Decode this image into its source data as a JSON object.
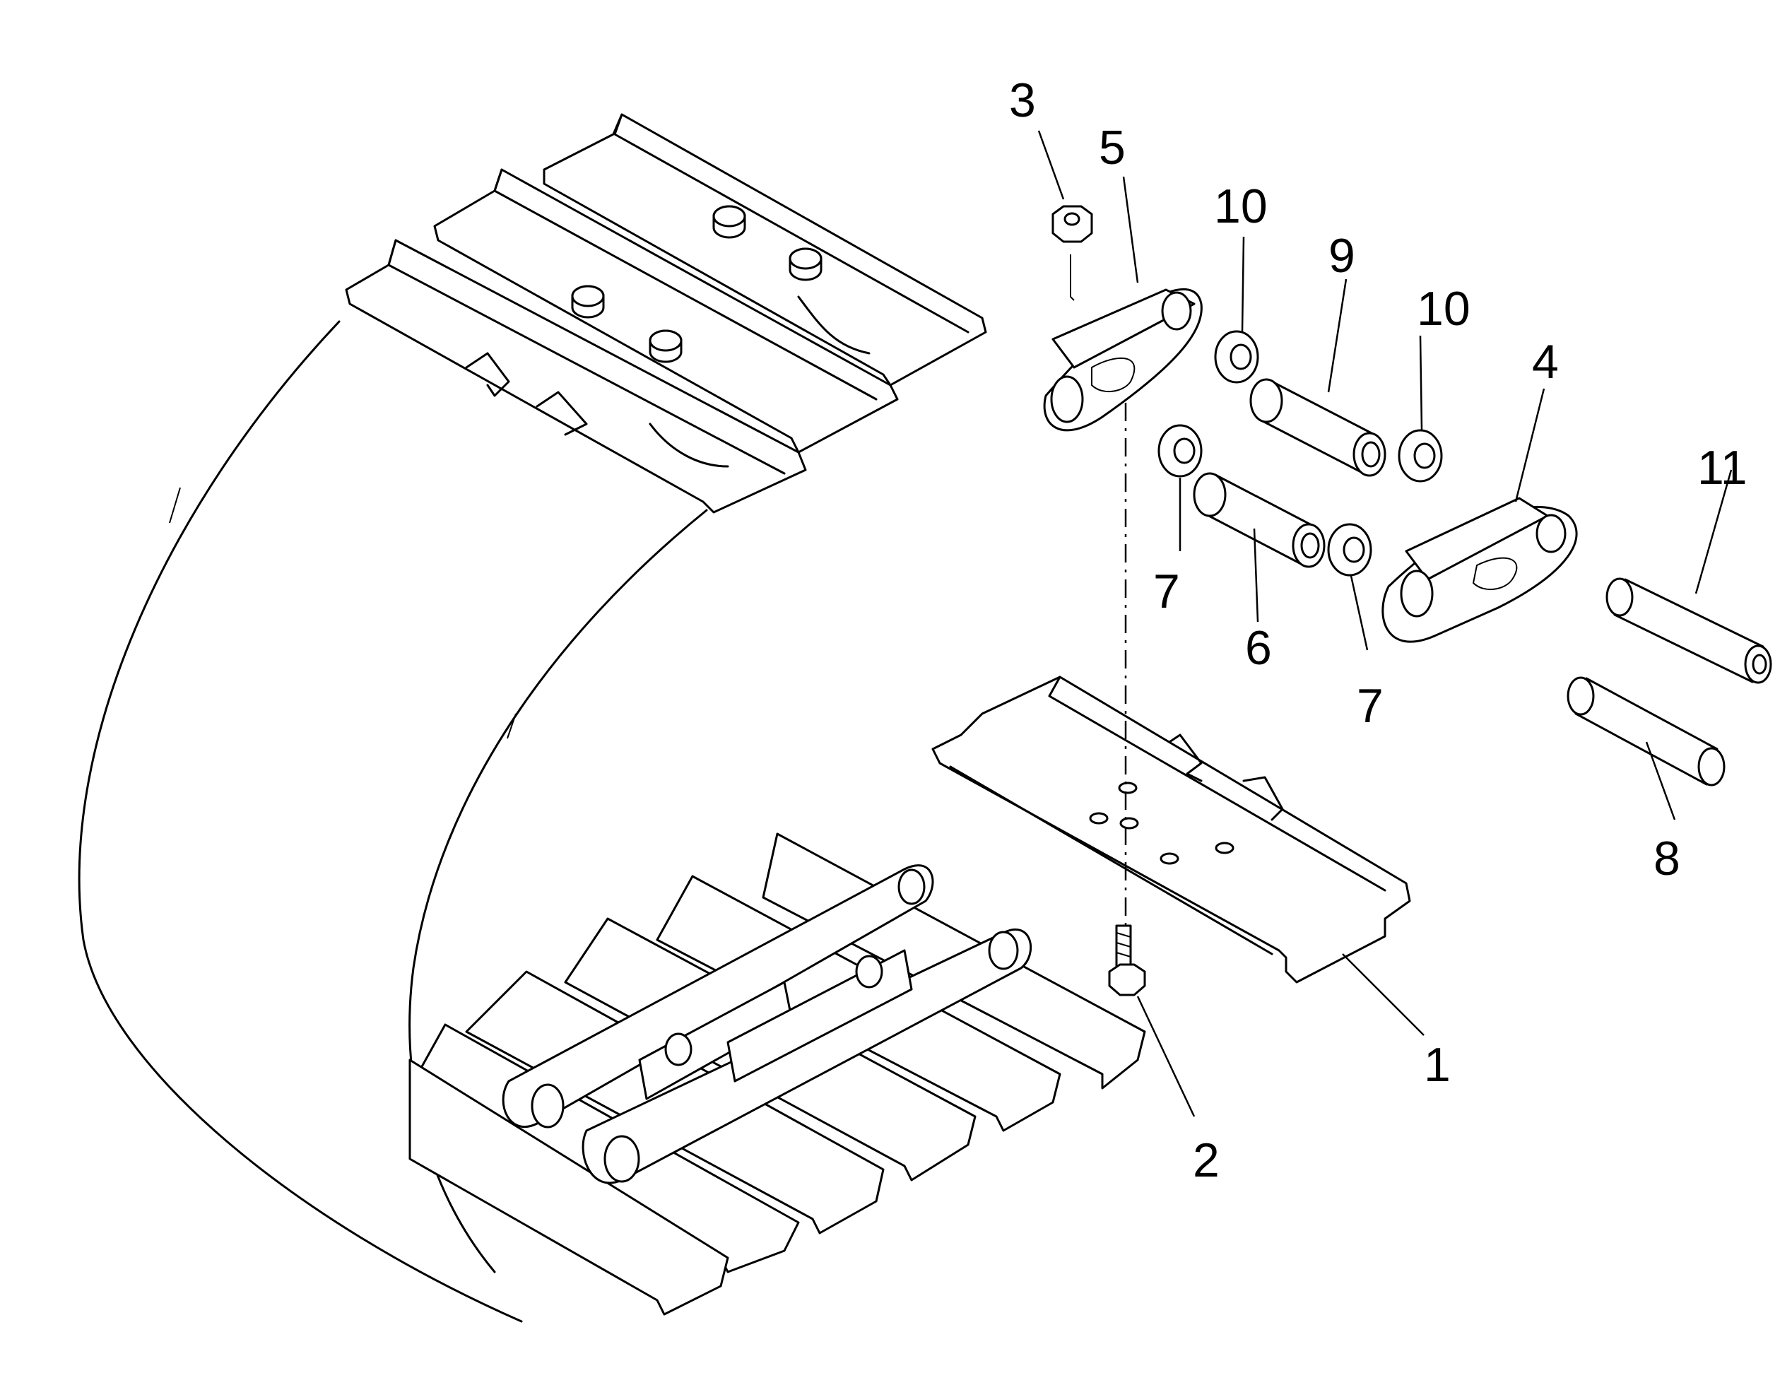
{
  "parts": [
    {
      "id": "p1",
      "number": "1"
    },
    {
      "id": "p2",
      "number": "2"
    },
    {
      "id": "p3",
      "number": "3"
    },
    {
      "id": "p4",
      "number": "4"
    },
    {
      "id": "p5",
      "number": "5"
    },
    {
      "id": "p6",
      "number": "6"
    },
    {
      "id": "p7a",
      "number": "7"
    },
    {
      "id": "p7b",
      "number": "7"
    },
    {
      "id": "p8",
      "number": "8"
    },
    {
      "id": "p9",
      "number": "9"
    },
    {
      "id": "p10a",
      "number": "10"
    },
    {
      "id": "p10b",
      "number": "10"
    },
    {
      "id": "p11",
      "number": "11"
    }
  ]
}
